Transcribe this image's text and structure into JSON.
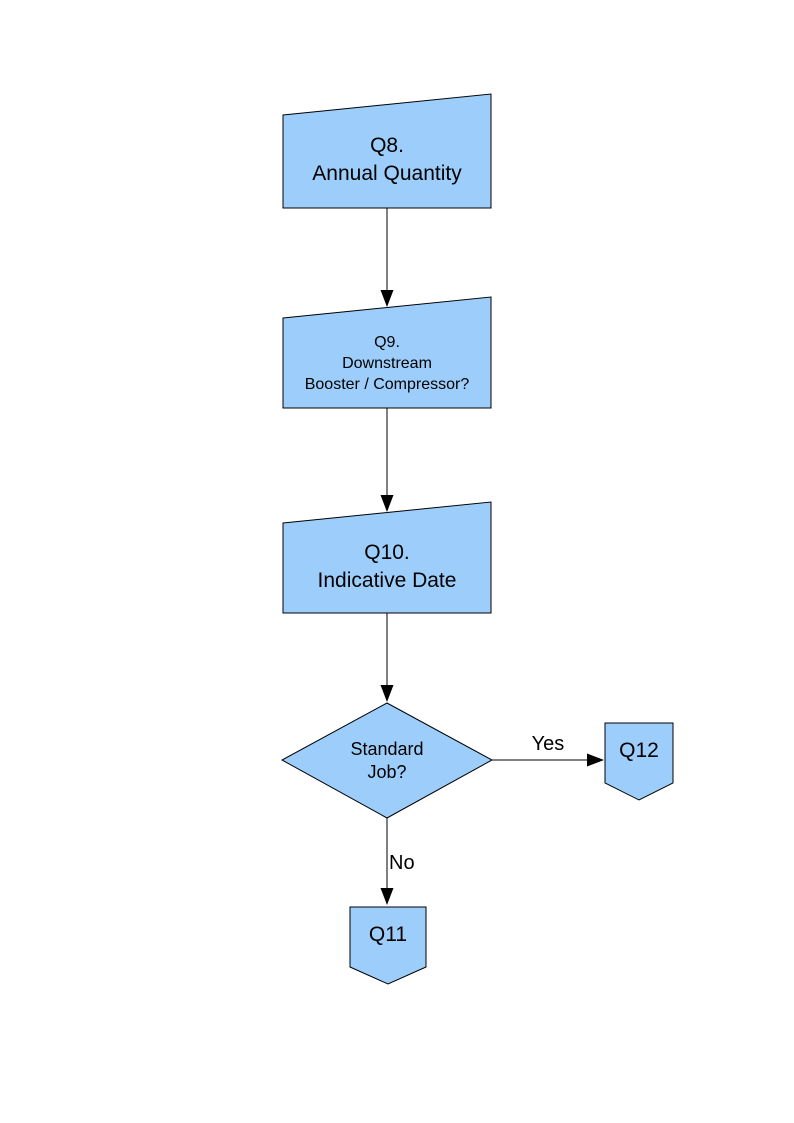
{
  "diagram": {
    "colors": {
      "node_fill": "#9DCEFB",
      "node_stroke": "#000000",
      "arrow": "#000000",
      "text": "#000000",
      "background": "#FFFFFF"
    },
    "nodes": {
      "q8": {
        "type": "manual-input",
        "lines": [
          "Q8.",
          "Annual Quantity"
        ]
      },
      "q9": {
        "type": "manual-input",
        "lines": [
          "Q9.",
          "Downstream",
          "Booster / Compressor?"
        ]
      },
      "q10": {
        "type": "manual-input",
        "lines": [
          "Q10.",
          "Indicative Date"
        ]
      },
      "standard_job": {
        "type": "decision",
        "lines": [
          "Standard",
          "Job?"
        ]
      },
      "q12": {
        "type": "off-page-connector",
        "label": "Q12"
      },
      "q11": {
        "type": "off-page-connector",
        "label": "Q11"
      }
    },
    "edges": [
      {
        "from": "q8",
        "to": "q9",
        "label": ""
      },
      {
        "from": "q9",
        "to": "q10",
        "label": ""
      },
      {
        "from": "q10",
        "to": "standard_job",
        "label": ""
      },
      {
        "from": "standard_job",
        "to": "q12",
        "label": "Yes"
      },
      {
        "from": "standard_job",
        "to": "q11",
        "label": "No"
      }
    ]
  }
}
